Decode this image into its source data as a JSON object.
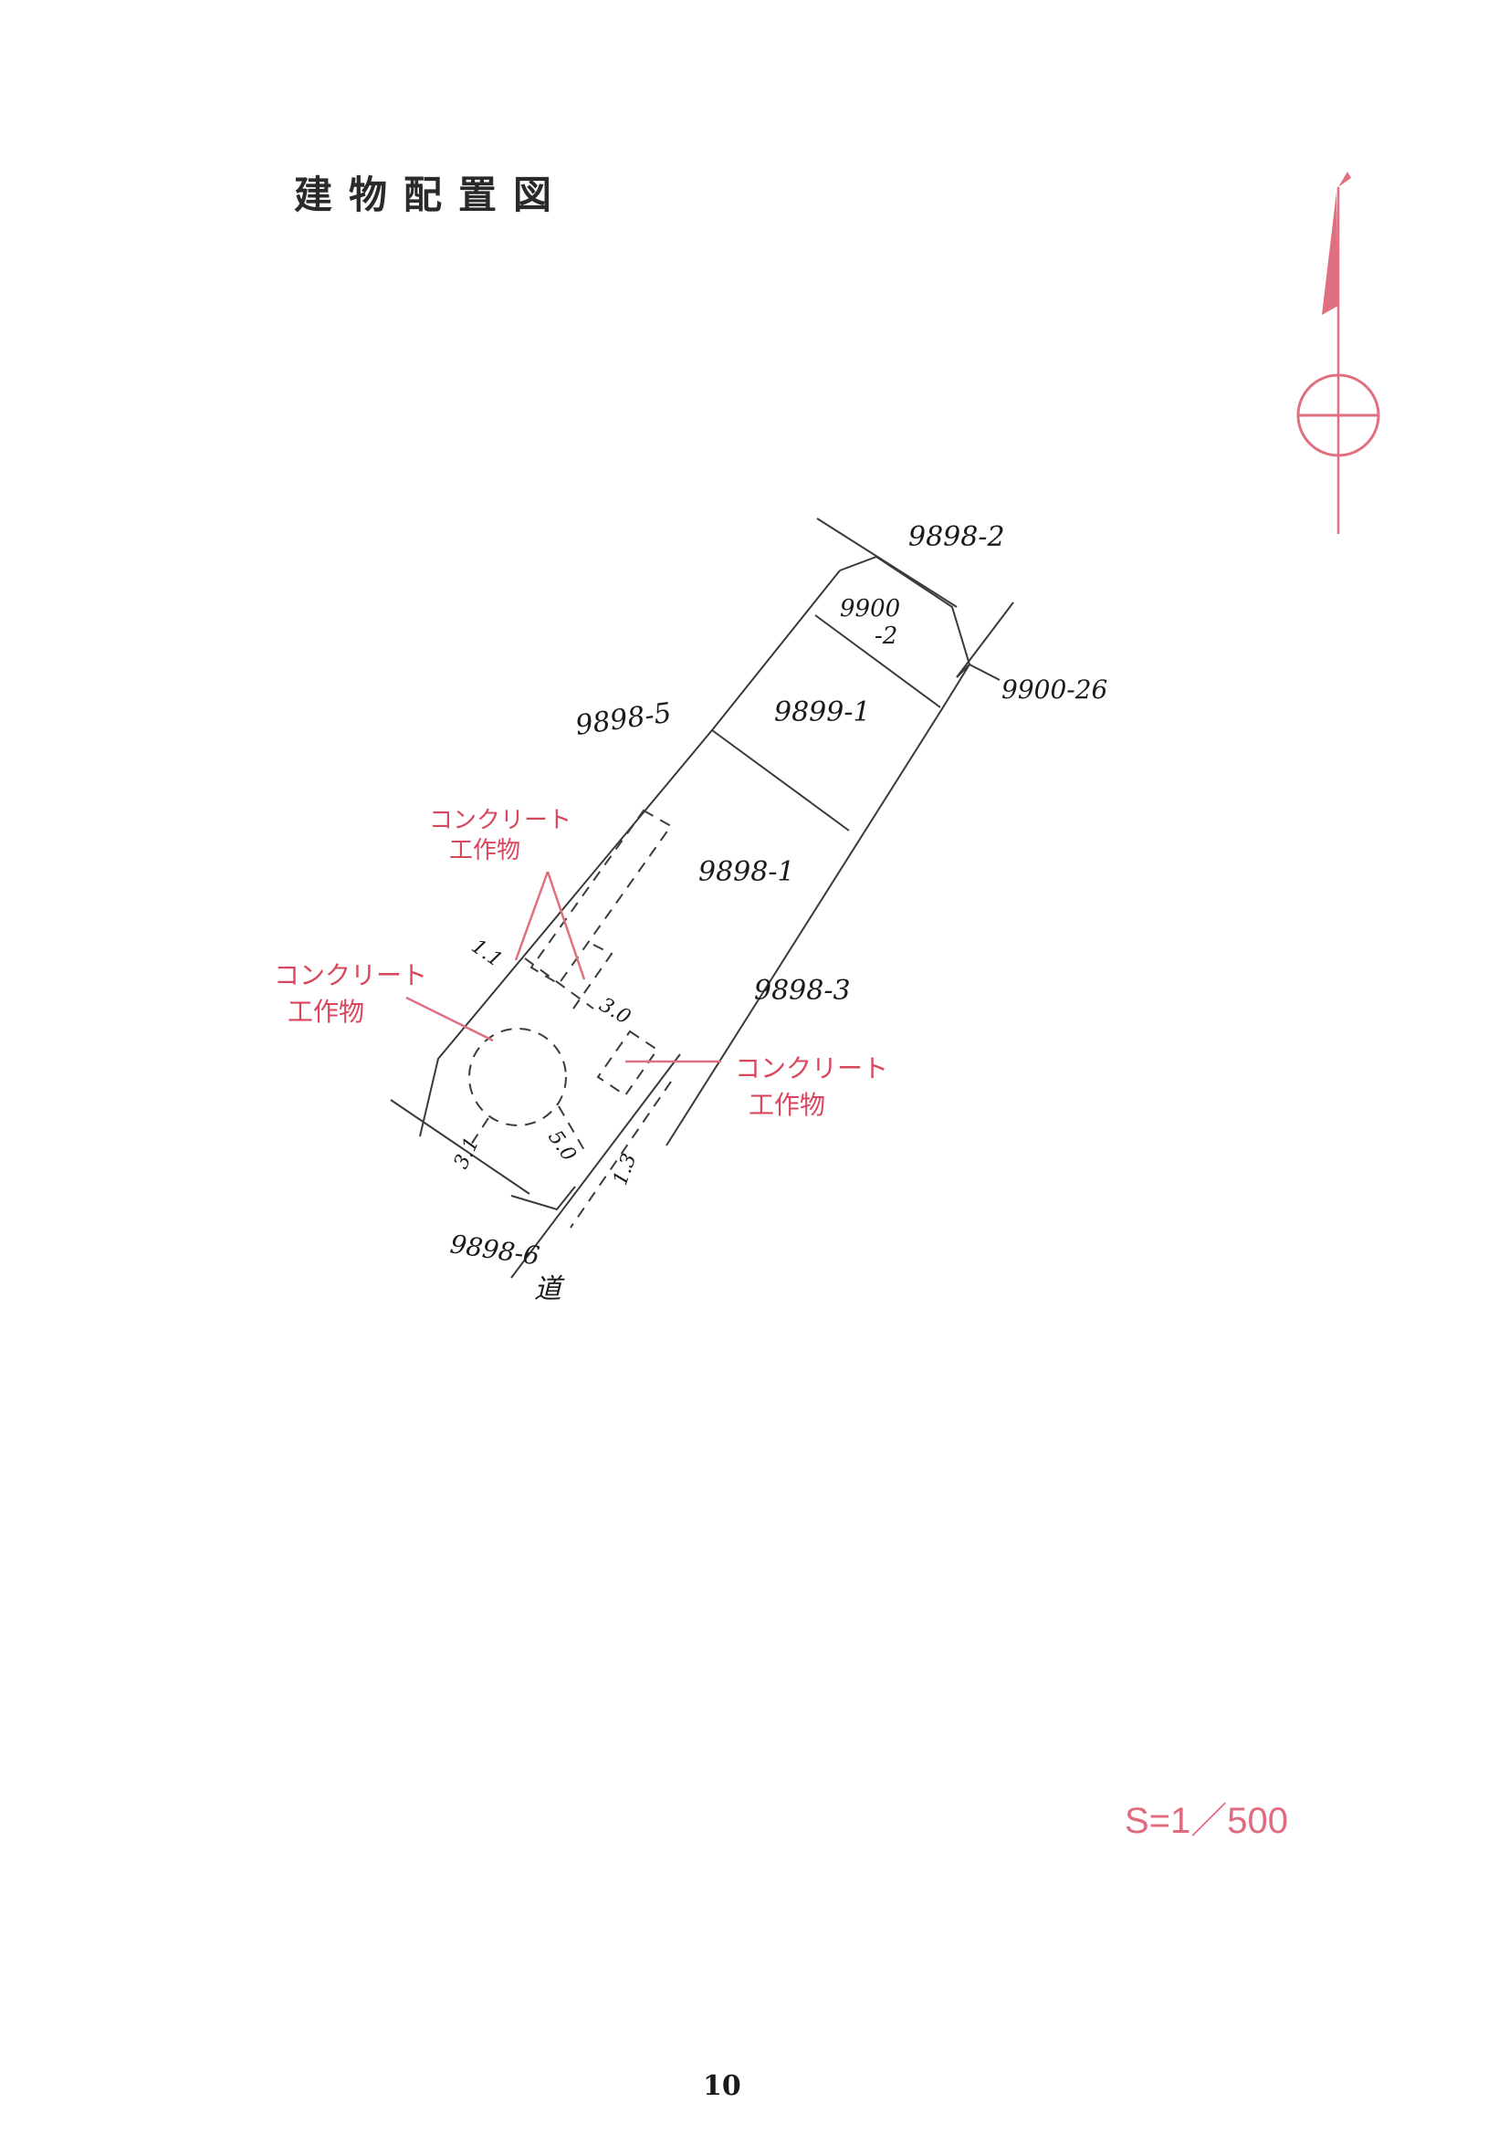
{
  "title": "建物配置図",
  "scale": "S=1／500",
  "page_number": "10",
  "parcels": {
    "p9898_2": "9898-2",
    "p9900_2_a": "9900",
    "p9900_2_b": "-2",
    "p9900_26": "9900-26",
    "p9898_5": "9898-5",
    "p9899_1": "9899-1",
    "p9898_1": "9898-1",
    "p9898_3": "9898-3",
    "p9898_6": "9898-6",
    "road": "道"
  },
  "dimensions": {
    "d1": "1.1",
    "d2": "3.0",
    "d3": "5.0",
    "d4": "3.1",
    "d5": "1.3"
  },
  "notes": {
    "top_line1": "コンクリート",
    "top_line2": "工作物",
    "left_line1": "コンクリート",
    "left_line2": "工作物",
    "right_line1": "コンクリート",
    "right_line2": "工作物"
  },
  "colors": {
    "annotation": "#e06a7e",
    "ink": "#2a2a2a"
  },
  "icons": {
    "north_arrow": "north-arrow-icon"
  }
}
